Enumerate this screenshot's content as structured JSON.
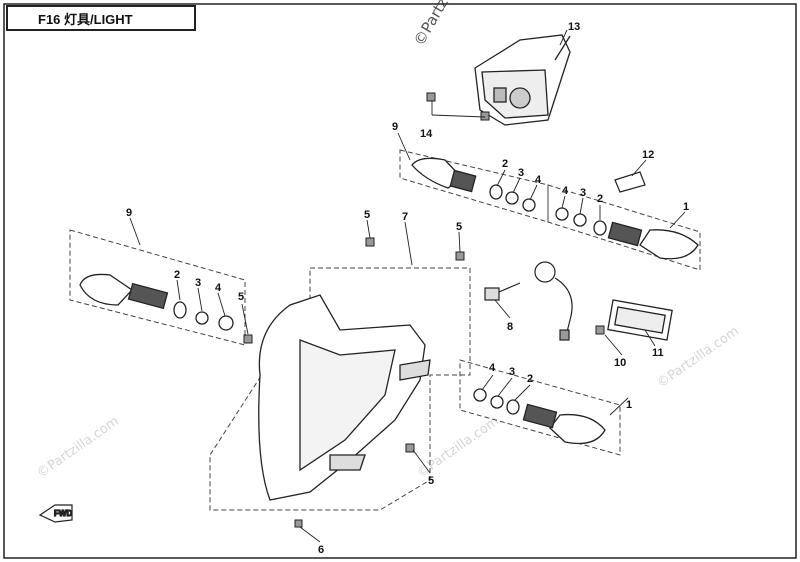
{
  "title": "F16 灯具/LIGHT",
  "watermark": "©Partzilla.com",
  "fwd_label": "FWD",
  "callouts": {
    "c1a": "1",
    "c1b": "1",
    "c2a": "2",
    "c2b": "2",
    "c2c": "2",
    "c2d": "2",
    "c3a": "3",
    "c3b": "3",
    "c3c": "3",
    "c3d": "3",
    "c4a": "4",
    "c4b": "4",
    "c4c": "4",
    "c4d": "4",
    "c5a": "5",
    "c5b": "5",
    "c5c": "5",
    "c5d": "5",
    "c6": "6",
    "c7": "7",
    "c8": "8",
    "c9a": "9",
    "c9b": "9",
    "c10": "10",
    "c11": "11",
    "c12": "12",
    "c13": "13",
    "c14": "14"
  },
  "colors": {
    "line": "#222222",
    "watermark": "#d6d6d6",
    "background": "#ffffff"
  }
}
